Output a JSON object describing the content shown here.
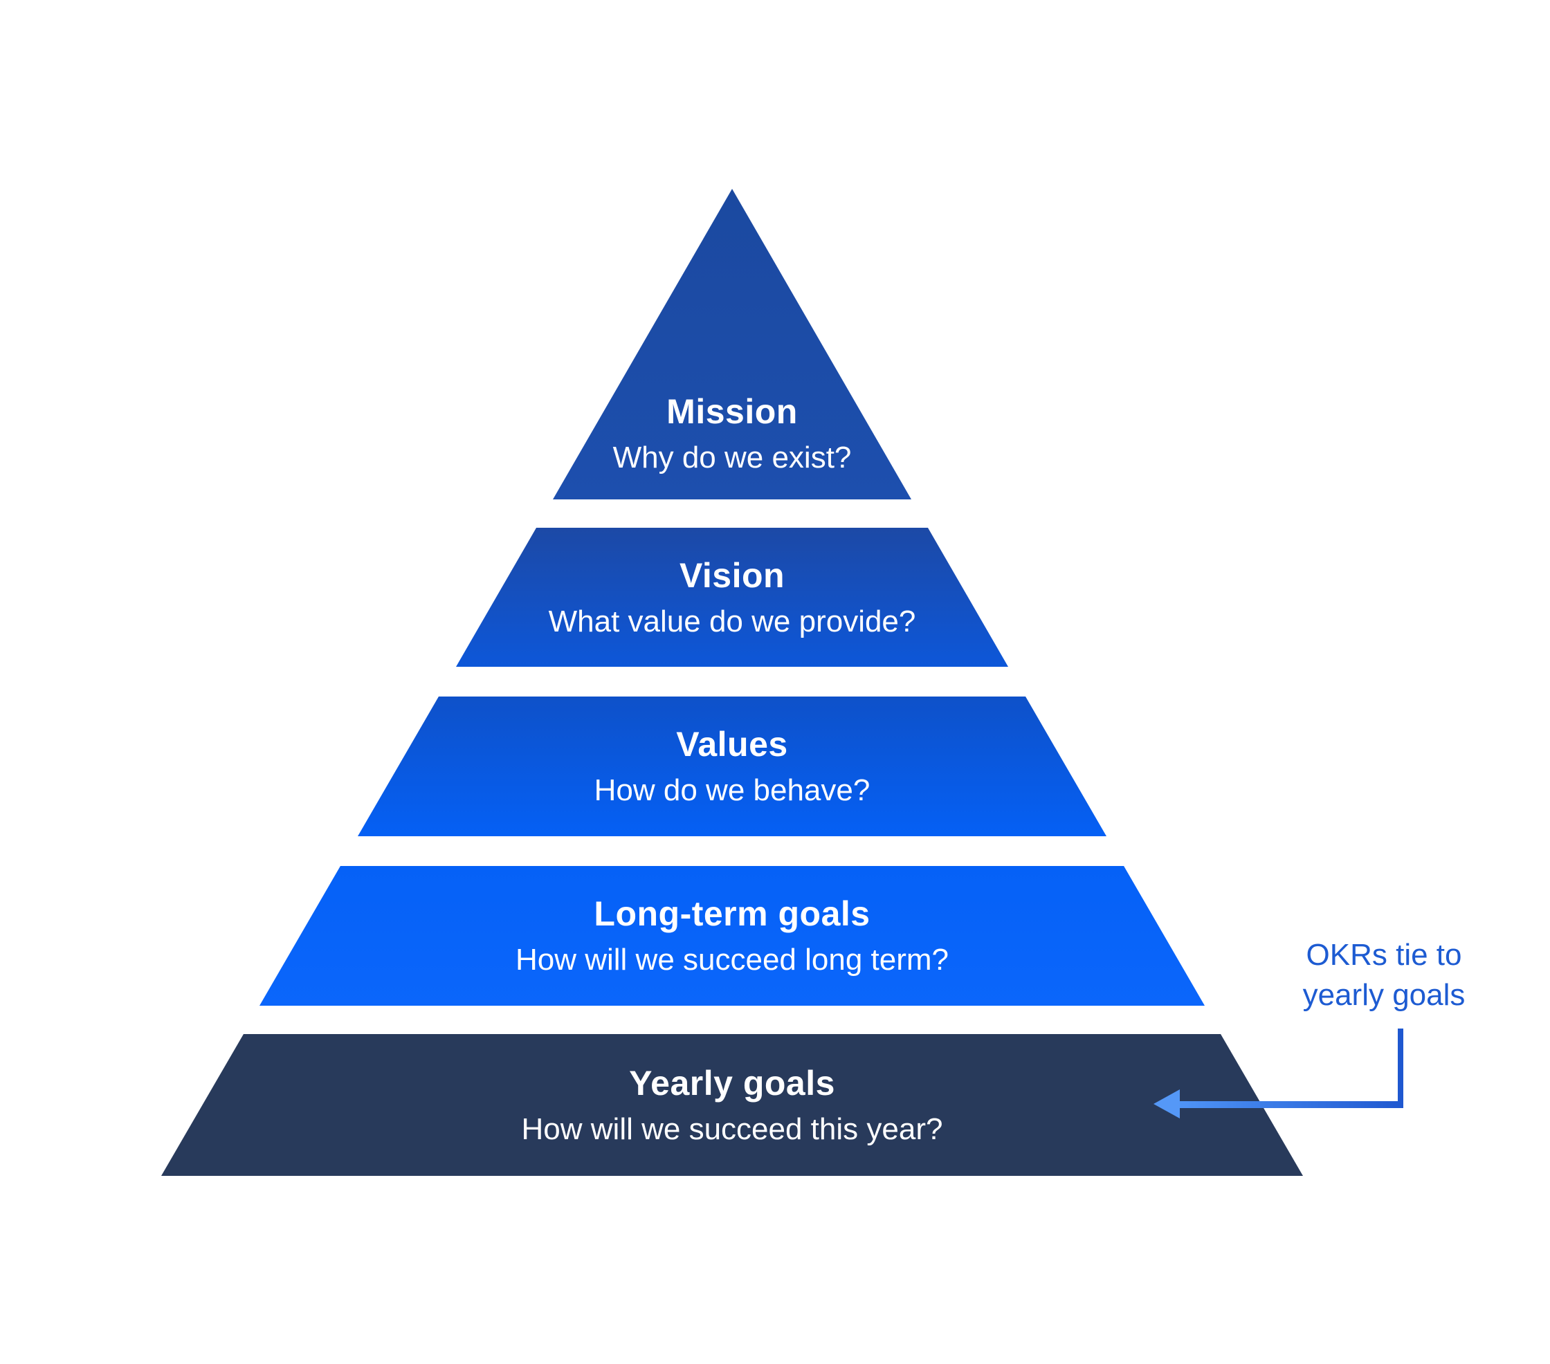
{
  "background_color": "#ffffff",
  "pyramid": {
    "text_color": "#ffffff",
    "tiers": [
      {
        "name": "Mission",
        "question": "Why do we exist?",
        "color_top": "#1b49a0",
        "color_bottom": "#1d4fae"
      },
      {
        "name": "Vision",
        "question": "What value do we provide?",
        "color_top": "#1c49a6",
        "color_bottom": "#0d57d9"
      },
      {
        "name": "Values",
        "question": "How do we behave?",
        "color_top": "#0e51c9",
        "color_bottom": "#0560f5"
      },
      {
        "name": "Long-term goals",
        "question": "How will we succeed long term?",
        "color_top": "#0561f7",
        "color_bottom": "#0b66fb"
      },
      {
        "name": "Yearly goals",
        "question": "How will we succeed this year?",
        "color_top": "#283a5b",
        "color_bottom": "#283a5b"
      }
    ]
  },
  "annotation": {
    "lines": [
      "OKRs tie to",
      "yearly goals"
    ],
    "text_color": "#1d5bd2",
    "line_color": "#1f58d0",
    "line_color_light": "#4f94f7",
    "arrowhead_color": "#5598f7"
  }
}
